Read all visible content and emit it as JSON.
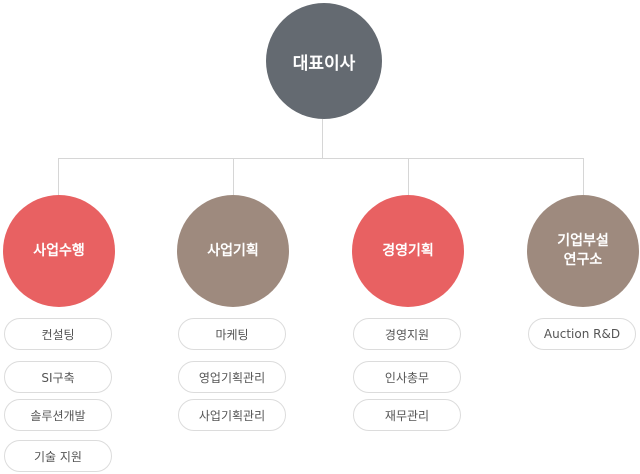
{
  "root": {
    "label": "대표이사"
  },
  "departments": [
    {
      "label": "사업수행",
      "color": "#e86162",
      "items": [
        "컨설팅",
        "SI구축",
        "솔루션개발",
        "기술 지원"
      ]
    },
    {
      "label": "사업기획",
      "color": "#9e8a7e",
      "items": [
        "마케팅",
        "영업기획관리",
        "사업기획관리"
      ]
    },
    {
      "label": "경영기획",
      "color": "#e86162",
      "items": [
        "경영지원",
        "인사총무",
        "재무관리"
      ]
    },
    {
      "label": "기업부설\n연구소",
      "color": "#9e8a7e",
      "items": [
        "Auction R&D"
      ]
    }
  ]
}
